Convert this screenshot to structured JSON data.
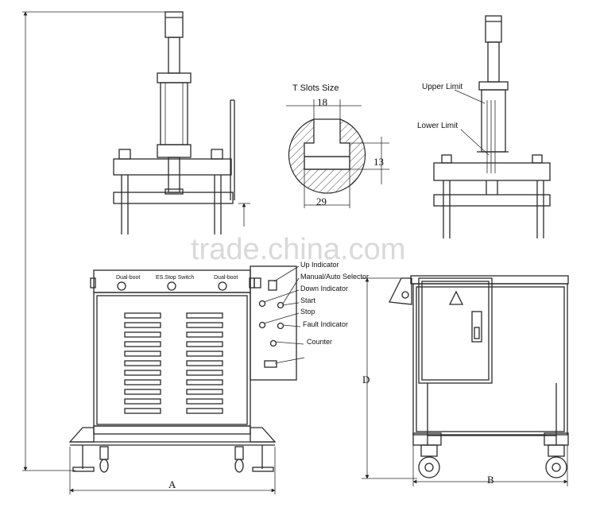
{
  "labels": {
    "t_slots_title": "T Slots Size",
    "upper_limit": "Upper Limit",
    "lower_limit": "Lower Limit",
    "dual_boot_left": "Dual-boot",
    "es_stop_switch": "ES.Stop Switch",
    "dual_boot_right": "Dual-boot",
    "up_indicator": "Up Indicator",
    "manual_auto_selector": "Manual/Auto Selector",
    "down_indicator": "Down Indicator",
    "start": "Start",
    "stop": "Stop",
    "fault_indicator": "Fault Indicator",
    "counter": "Counter"
  },
  "dimensions": {
    "slot_top_width": "18",
    "slot_depth": "13",
    "slot_bottom_width": "29",
    "width_a": "A",
    "width_b": "B",
    "height_d": "D"
  },
  "watermark": "trade.china.com"
}
